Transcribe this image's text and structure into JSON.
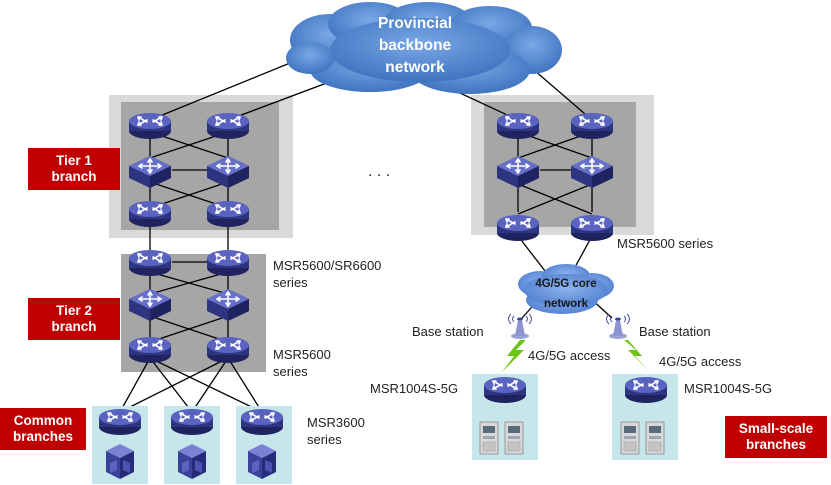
{
  "cloud": {
    "line1": "Provincial",
    "line2": "backbone",
    "line3": "network"
  },
  "core": {
    "line1": "4G/5G core",
    "line2": "network"
  },
  "tags": {
    "tier1": [
      "Tier 1",
      "branch"
    ],
    "tier2": [
      "Tier 2",
      "branch"
    ],
    "common": [
      "Common",
      "branches"
    ],
    "small": [
      "Small-scale",
      "branches"
    ]
  },
  "labels": {
    "msr5600_sr6600": [
      "MSR5600/SR6600",
      "series"
    ],
    "msr5600_left": [
      "MSR5600",
      "series"
    ],
    "msr3600": [
      "MSR3600",
      "series"
    ],
    "msr5600_right": "MSR5600 series",
    "base_station_left": "Base station",
    "base_station_right": "Base station",
    "access_left": "4G/5G access",
    "access_right": "4G/5G access",
    "msr1004_left": "MSR1004S-5G",
    "msr1004_right": "MSR1004S-5G",
    "ellipsis": ". . ."
  },
  "colors": {
    "cloud": "#5b8fd6",
    "device_dark": "#2e3580",
    "device_light": "#6670c8",
    "panel_outer": "#d9d9d9",
    "panel_inner": "#a6a6a6",
    "tag": "#c00000",
    "branch_bg": "#c7e6ec",
    "signal": "#6cc417"
  }
}
